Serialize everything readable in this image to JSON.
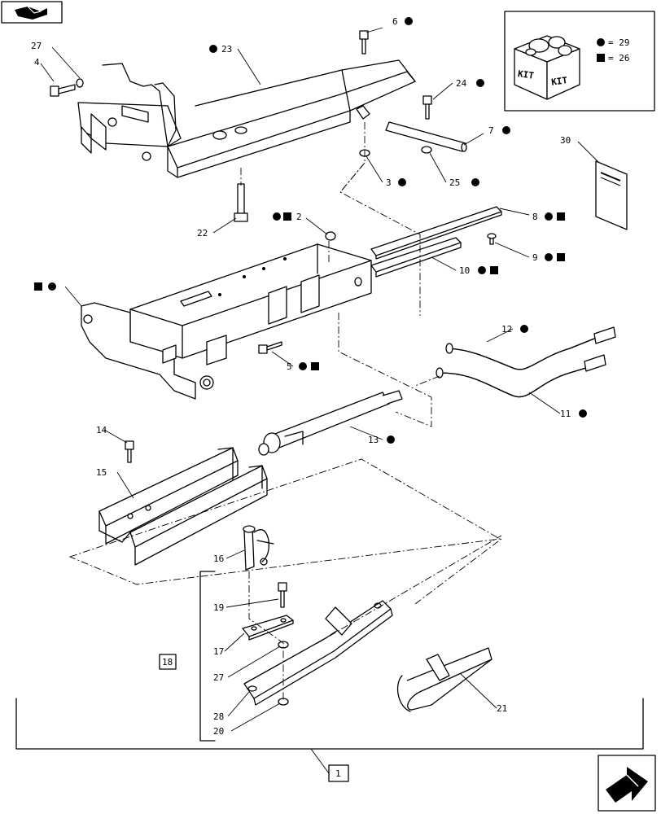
{
  "navigation": {
    "back_icon": "back-arrow-icon",
    "forward_icon": "forward-arrow-icon"
  },
  "kit": {
    "box_text_1": "KIT",
    "box_text_2": "KIT",
    "legend_circle": "= 29",
    "legend_square": "= 26"
  },
  "callouts": {
    "c1": "1",
    "c2": "2",
    "c3": "3",
    "c4": "4",
    "c5": "5",
    "c6": "6",
    "c7": "7",
    "c8": "8",
    "c9": "9",
    "c10": "10",
    "c11": "11",
    "c12": "12",
    "c13": "13",
    "c14": "14",
    "c15": "15",
    "c16": "16",
    "c17": "17",
    "c18": "18",
    "c19": "19",
    "c20": "20",
    "c21": "21",
    "c22": "22",
    "c23": "23",
    "c24": "24",
    "c25": "25",
    "c27a": "27",
    "c27b": "27",
    "c28": "28",
    "c30": "30"
  }
}
